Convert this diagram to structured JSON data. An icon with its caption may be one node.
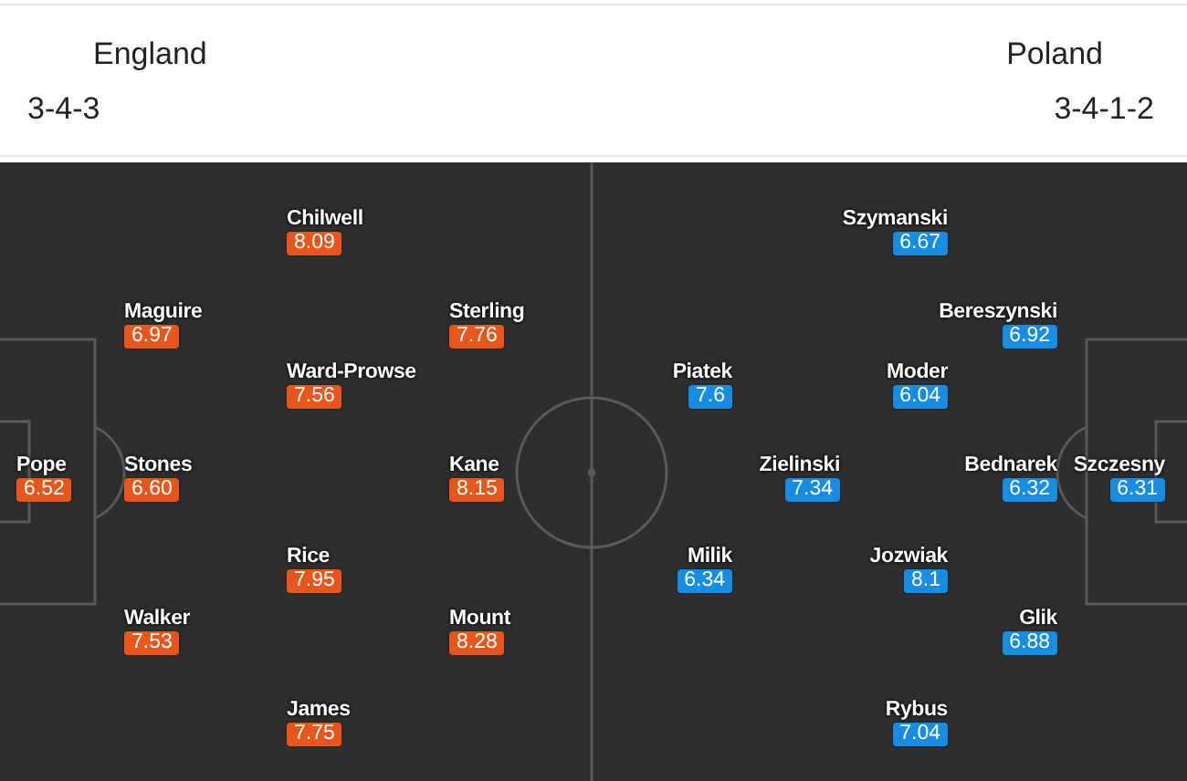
{
  "diagram": {
    "nodes": [
      {
        "text": [
          "8.09"
        ],
        "beside": [
          "Chilwell"
        ]
      },
      {
        "text": [
          "6.67"
        ],
        "beside": [
          "Szymanski"
        ]
      },
      {
        "text": [
          "6.97"
        ],
        "beside": [
          "Maguire"
        ]
      },
      {
        "text": [
          "7.76"
        ],
        "beside": [
          "Sterling"
        ]
      },
      {
        "text": [
          "6.92"
        ],
        "beside": [
          "Bereszynski"
        ]
      },
      {
        "text": [
          "7.56"
        ],
        "beside": [
          "Ward-Prowse"
        ]
      },
      {
        "text": [
          "7.6"
        ],
        "beside": [
          "Piatek"
        ]
      },
      {
        "text": [
          "6.04"
        ],
        "beside": [
          "Moder"
        ]
      },
      {
        "text": [
          "6.52"
        ],
        "beside": [
          "Pope"
        ]
      },
      {
        "text": [
          "6.60"
        ],
        "beside": [
          "Stones"
        ]
      },
      {
        "text": [
          "8.15"
        ],
        "beside": [
          "Kane"
        ]
      },
      {
        "text": [
          "7.34"
        ],
        "beside": [
          "Zielinski"
        ]
      },
      {
        "text": [
          "6.32"
        ],
        "beside": [
          "Bednarek"
        ]
      },
      {
        "text": [
          "6.31"
        ],
        "beside": [
          "Szczesny"
        ]
      },
      {
        "text": [
          "7.95"
        ],
        "beside": [
          "Rice"
        ]
      },
      {
        "text": [
          "6.34"
        ],
        "beside": [
          "Milik"
        ]
      },
      {
        "text": [
          "8.1"
        ],
        "beside": [
          "Jozwiak"
        ]
      },
      {
        "text": [
          "7.53"
        ],
        "beside": [
          "Walker"
        ]
      },
      {
        "text": [
          "8.28"
        ],
        "beside": [
          "Mount"
        ]
      },
      {
        "text": [
          "6.88"
        ],
        "beside": [
          "Glik"
        ]
      },
      {
        "text": [
          "7.75"
        ],
        "beside": [
          "James"
        ]
      },
      {
        "text": [
          "7.04"
        ],
        "beside": [
          "Rybus"
        ]
      }
    ],
    "edges": [],
    "labels": [
      "England",
      "Poland",
      "3-4-3",
      "3-4-1-2"
    ]
  }
}
